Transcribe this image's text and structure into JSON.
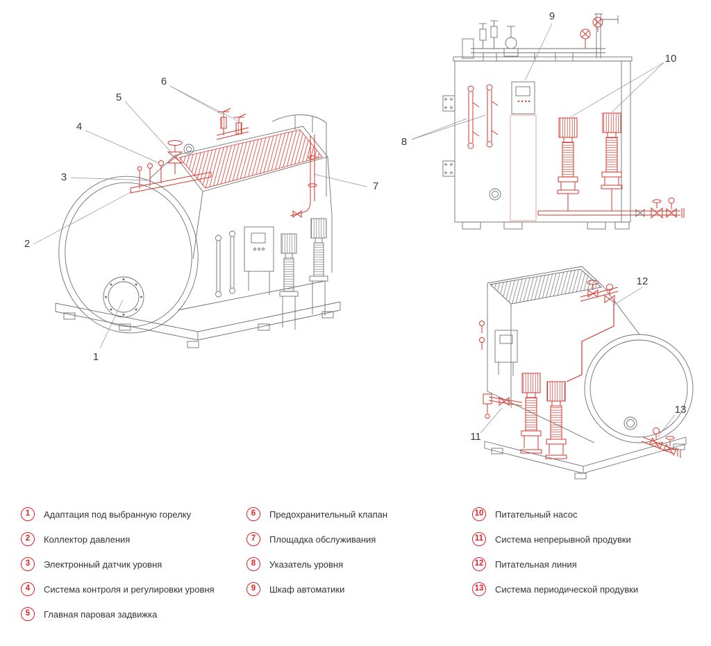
{
  "colors": {
    "accent_red": "#e31e24",
    "drawing_red": "#d6362b",
    "line_gray": "#6a6f74",
    "text": "#333333"
  },
  "views": {
    "v1": {
      "callouts": [
        "1",
        "2",
        "3",
        "4",
        "5",
        "6",
        "7"
      ]
    },
    "v2": {
      "callouts": [
        "8",
        "9",
        "10"
      ]
    },
    "v3": {
      "callouts": [
        "11",
        "12",
        "13"
      ]
    }
  },
  "legend": {
    "items": [
      {
        "num": "1",
        "label": "Адаптация под выбранную горелку"
      },
      {
        "num": "2",
        "label": "Коллектор давления"
      },
      {
        "num": "3",
        "label": "Электронный датчик уровня"
      },
      {
        "num": "4",
        "label": "Система контроля и регулировки уровня"
      },
      {
        "num": "5",
        "label": "Главная паровая задвижка"
      },
      {
        "num": "6",
        "label": "Предохранительный клапан"
      },
      {
        "num": "7",
        "label": "Площадка обслуживания"
      },
      {
        "num": "8",
        "label": "Указатель уровня"
      },
      {
        "num": "9",
        "label": "Шкаф автоматики"
      },
      {
        "num": "10",
        "label": "Питательный насос"
      },
      {
        "num": "11",
        "label": "Система непрерывной продувки"
      },
      {
        "num": "12",
        "label": "Питательная линия"
      },
      {
        "num": "13",
        "label": "Система периодической продувки"
      }
    ]
  }
}
